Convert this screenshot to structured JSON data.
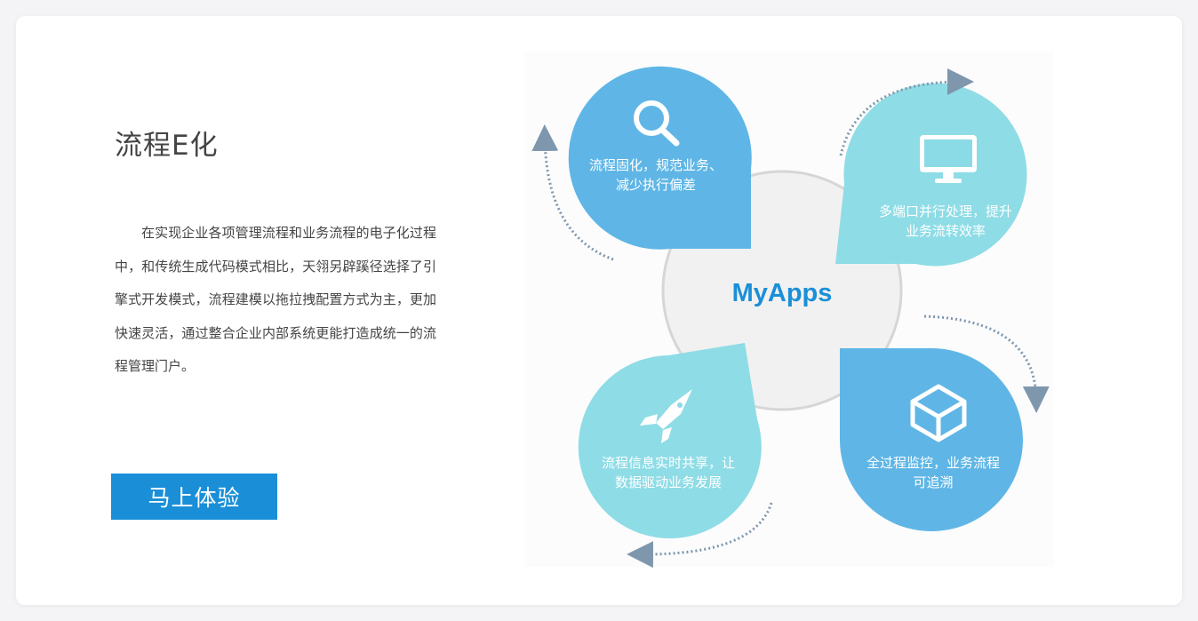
{
  "section": {
    "title": "流程E化",
    "description": "在实现企业各项管理流程和业务流程的电子化过程中，和传统生成代码模式相比，天翎另辟蹊径选择了引擎式开发模式，流程建模以拖拉拽配置方式为主，更加快速灵活，通过整合企业内部系统更能打造成统一的流程管理门户。",
    "cta_label": "马上体验"
  },
  "diagram": {
    "center_label": "MyApps",
    "petals": [
      {
        "id": "top-left",
        "icon": "search-icon",
        "line1": "流程固化，规范业务、",
        "line2": "减少执行偏差",
        "color": "#5ab4e5"
      },
      {
        "id": "top-right",
        "icon": "monitor-icon",
        "line1": "多端口并行处理，提升",
        "line2": "业务流转效率",
        "color": "#8adbe5"
      },
      {
        "id": "bottom-left",
        "icon": "rocket-icon",
        "line1": "流程信息实时共享，让",
        "line2": "数据驱动业务发展",
        "color": "#8adbe5"
      },
      {
        "id": "bottom-right",
        "icon": "cube-icon",
        "line1": "全过程监控，业务流程",
        "line2": "可追溯",
        "color": "#5ab4e5"
      }
    ],
    "arrow_color": "#7f97ad",
    "center_fill": "#f1f1f1"
  }
}
